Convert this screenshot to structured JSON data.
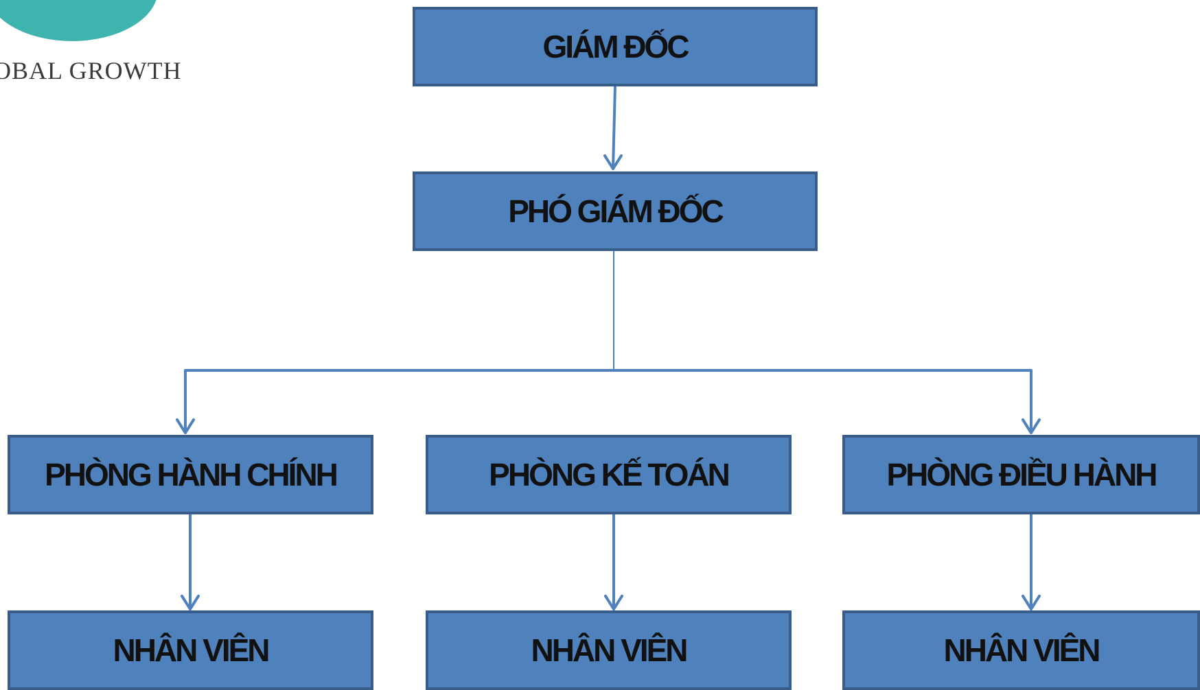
{
  "logo": {
    "text": "OBAL GROWTH",
    "brand_color": "#3fb3ad"
  },
  "colors": {
    "box_fill": "#4f81bd",
    "box_border": "#385d8a",
    "line": "#4f81bd"
  },
  "chart": {
    "director": "GIÁM ĐỐC",
    "deputy": "PHÓ GIÁM ĐỐC",
    "departments": [
      "PHÒNG HÀNH CHÍNH",
      "PHÒNG KẾ TOÁN",
      "PHÒNG ĐIỀU HÀNH"
    ],
    "staff": [
      "NHÂN VIÊN",
      "NHÂN VIÊN",
      "NHÂN VIÊN"
    ]
  }
}
